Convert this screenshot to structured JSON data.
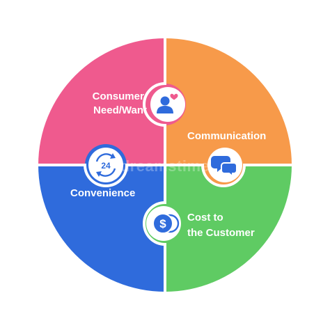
{
  "diagram": {
    "quadrants": [
      {
        "id": "consumer",
        "lines": [
          "Consumer",
          "Need/Want"
        ],
        "color": "#ef5a8e",
        "icon": "consumer-need-icon"
      },
      {
        "id": "communication",
        "lines": [
          "Communication"
        ],
        "color": "#f79a4a",
        "icon": "speech-bubbles-icon"
      },
      {
        "id": "convenience",
        "lines": [
          "Convenience"
        ],
        "color": "#2f6bdc",
        "icon": "24-hours-icon"
      },
      {
        "id": "cost",
        "lines": [
          "Cost to",
          "the Customer"
        ],
        "color": "#5fcb63",
        "icon": "dollar-coins-icon"
      }
    ],
    "icon_color": "#2f6bdc",
    "icon_number": "24"
  },
  "watermark": "dreamstime"
}
